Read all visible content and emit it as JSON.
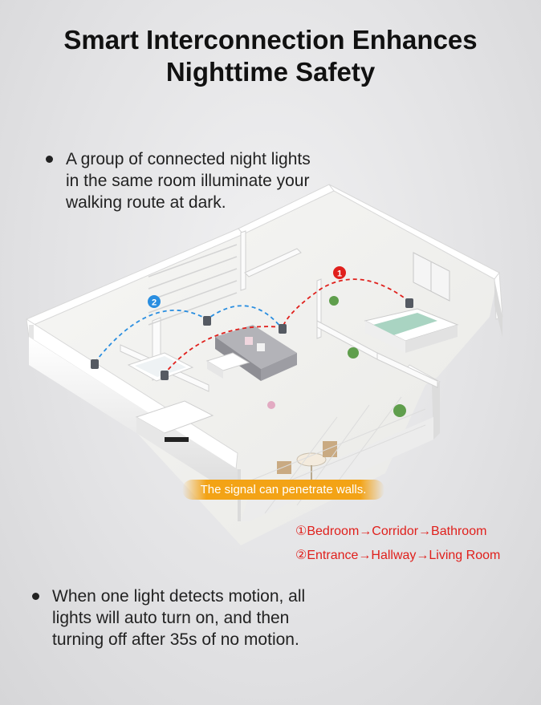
{
  "title": {
    "line1": "Smart Interconnection Enhances",
    "line2": "Nighttime Safety"
  },
  "bullets": [
    {
      "lines": [
        "A group of connected night lights",
        "in the same room illuminate your",
        "walking route at dark."
      ]
    },
    {
      "lines": [
        "When one light detects motion, all",
        "lights will auto turn on, and then",
        "turning off after 35s of no motion."
      ]
    }
  ],
  "signal_note": "The signal can penetrate walls.",
  "routes": [
    "①Bedroom→Corridor→Bathroom",
    "②Entrance→Hallway→Living Room"
  ],
  "markers": [
    "1",
    "2"
  ],
  "colors": {
    "route_red": "#e0201c",
    "route_blue": "#2a8ee0",
    "pill_orange": "#f3a316"
  }
}
